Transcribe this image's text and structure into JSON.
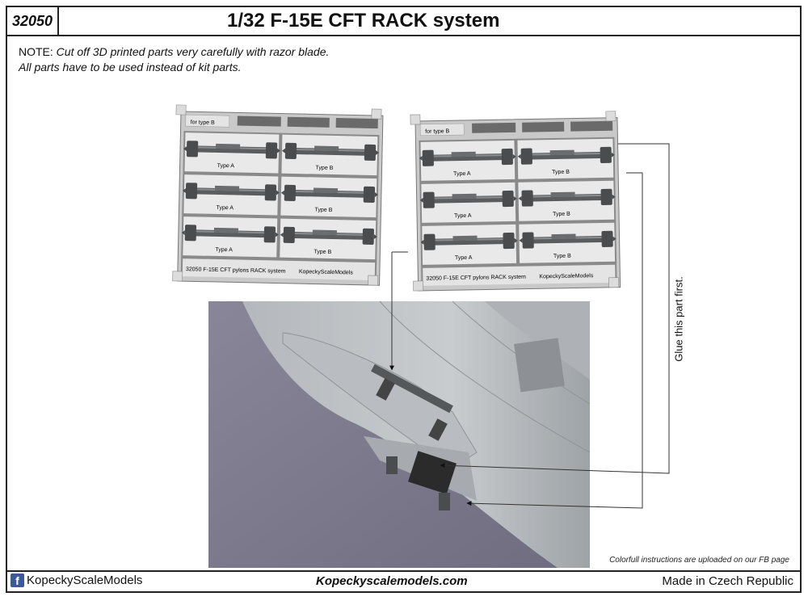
{
  "header": {
    "code": "32050",
    "title": "1/32 F-15E CFT RACK system"
  },
  "note": {
    "prefix": "NOTE: ",
    "line1": "Cut off 3D printed parts very carefully with razor blade.",
    "line2": "All parts have to be used instead of kit parts."
  },
  "sprue": {
    "for_type_b": "for type B",
    "type_a": "Type A",
    "type_b": "Type B",
    "footer_left": "32050 F-15E CFT pylons RACK system",
    "footer_right": "KopeckyScaleModels"
  },
  "callout": {
    "glue_text": "Glue this part first."
  },
  "photo": {
    "caption": "Colorfull instructions are uploaded on our FB page"
  },
  "footer": {
    "fb_icon": "facebook-icon",
    "brand": "KopeckyScaleModels",
    "website": "Kopeckyscalemodels.com",
    "made_in": "Made in Czech Republic"
  },
  "colors": {
    "fb_blue": "#3b5998",
    "frame": "#222222",
    "photo_bg": "#7d7a8c"
  }
}
